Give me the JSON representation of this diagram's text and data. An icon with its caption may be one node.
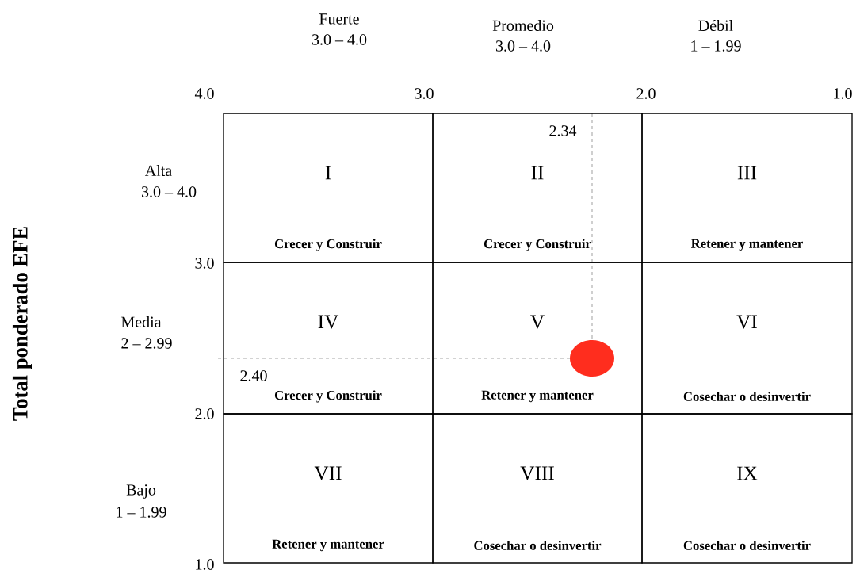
{
  "diagram": {
    "nodes": [
      {
        "text": [
          "I",
          "Crecer y Construir"
        ]
      },
      {
        "text": [
          "II",
          "Crecer y Construir"
        ]
      },
      {
        "text": [
          "III",
          "Retener y mantener"
        ]
      },
      {
        "text": [
          "IV",
          "Crecer y Construir"
        ]
      },
      {
        "text": [
          "V",
          "Retener y mantener"
        ]
      },
      {
        "text": [
          "VI",
          "Cosechar o desinvertir"
        ]
      },
      {
        "text": [
          "VII",
          "Retener y mantener"
        ]
      },
      {
        "text": [
          "VIII",
          "Cosechar o desinvertir"
        ]
      },
      {
        "text": [
          "IX",
          "Cosechar o desinvertir"
        ]
      },
      {
        "text": [],
        "shape": "circle",
        "in": 4
      }
    ],
    "edges": [],
    "labels": [
      "Fuerte",
      "3.0 – 4.0",
      "Promedio",
      "3.0 – 4.0",
      "Débil",
      "1 – 1.99",
      "4.0",
      "3.0",
      "2.0",
      "1.0",
      "2.34",
      "Alta",
      "3.0 – 4.0",
      "3.0",
      "Media",
      "2 – 2.99",
      "2.40",
      "2.0",
      "Bajo",
      "1 – 1.99",
      "1.0",
      "Total ponderado EFE"
    ]
  }
}
